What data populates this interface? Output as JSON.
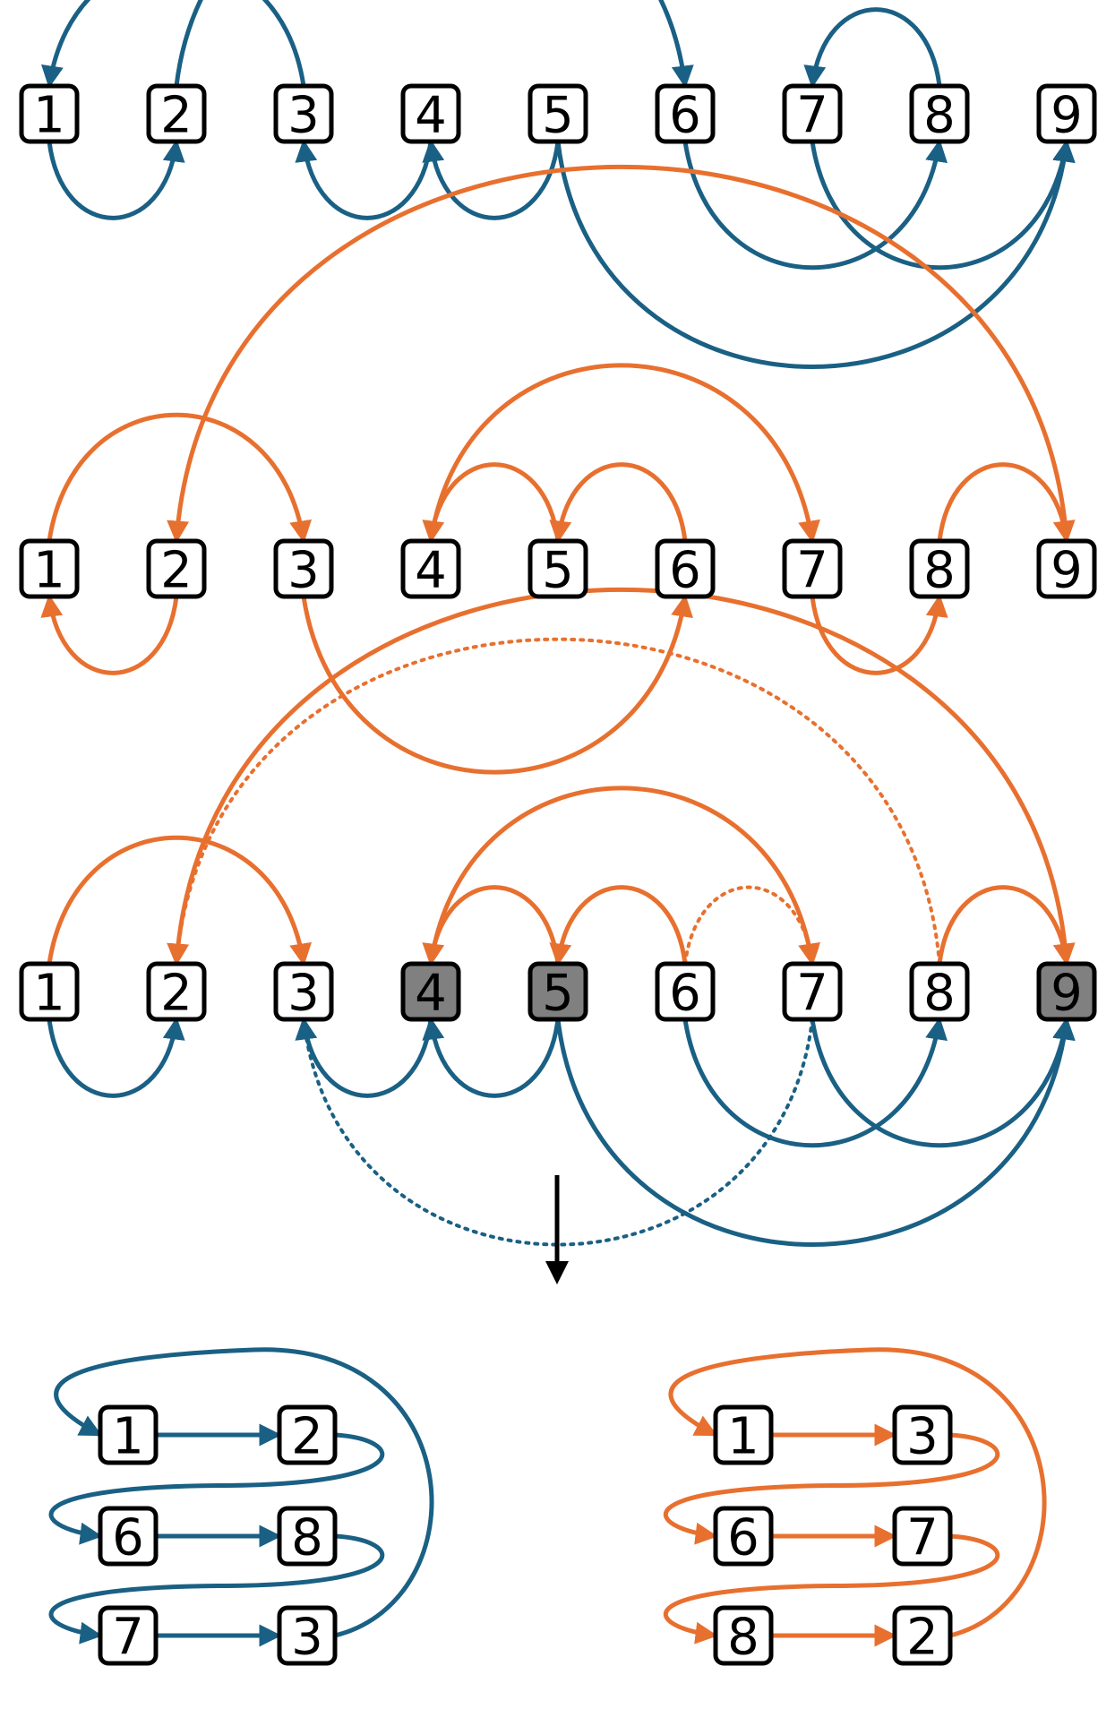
{
  "colors": {
    "blue": "#1a6084",
    "orange": "#e8702f",
    "highlight": "#808080",
    "ink": "#000000"
  },
  "panels": [
    {
      "id": "blue-graph",
      "nodes": [
        "1",
        "2",
        "3",
        "4",
        "5",
        "6",
        "7",
        "8",
        "9"
      ],
      "highlighted": [],
      "edges": [
        {
          "from": "1",
          "to": "2",
          "color": "blue",
          "side": "below"
        },
        {
          "from": "3",
          "to": "1",
          "color": "blue",
          "side": "above"
        },
        {
          "from": "2",
          "to": "6",
          "color": "blue",
          "side": "above"
        },
        {
          "from": "4",
          "to": "3",
          "color": "blue",
          "side": "below"
        },
        {
          "from": "5",
          "to": "4",
          "color": "blue",
          "side": "below"
        },
        {
          "from": "5",
          "to": "9",
          "color": "blue",
          "side": "below"
        },
        {
          "from": "6",
          "to": "8",
          "color": "blue",
          "side": "below"
        },
        {
          "from": "7",
          "to": "9",
          "color": "blue",
          "side": "below"
        },
        {
          "from": "8",
          "to": "7",
          "color": "blue",
          "side": "above"
        }
      ]
    },
    {
      "id": "orange-graph",
      "nodes": [
        "1",
        "2",
        "3",
        "4",
        "5",
        "6",
        "7",
        "8",
        "9"
      ],
      "highlighted": [],
      "edges": [
        {
          "from": "1",
          "to": "3",
          "color": "orange",
          "side": "above"
        },
        {
          "from": "2",
          "to": "1",
          "color": "orange",
          "side": "below"
        },
        {
          "from": "9",
          "to": "2",
          "color": "orange",
          "side": "above"
        },
        {
          "from": "3",
          "to": "6",
          "color": "orange",
          "side": "below"
        },
        {
          "from": "5",
          "to": "4",
          "color": "orange",
          "side": "above"
        },
        {
          "from": "6",
          "to": "5",
          "color": "orange",
          "side": "above"
        },
        {
          "from": "4",
          "to": "7",
          "color": "orange",
          "side": "above"
        },
        {
          "from": "7",
          "to": "8",
          "color": "orange",
          "side": "below"
        },
        {
          "from": "8",
          "to": "9",
          "color": "orange",
          "side": "above"
        }
      ]
    },
    {
      "id": "merged-graph",
      "nodes": [
        "1",
        "2",
        "3",
        "4",
        "5",
        "6",
        "7",
        "8",
        "9"
      ],
      "highlighted": [
        "4",
        "5",
        "9"
      ],
      "edges": [
        {
          "from": "1",
          "to": "3",
          "color": "orange",
          "side": "above"
        },
        {
          "from": "9",
          "to": "2",
          "color": "orange",
          "side": "above"
        },
        {
          "from": "8",
          "to": "2",
          "color": "orange",
          "side": "above",
          "dotted": true
        },
        {
          "from": "5",
          "to": "4",
          "color": "orange",
          "side": "above"
        },
        {
          "from": "6",
          "to": "5",
          "color": "orange",
          "side": "above"
        },
        {
          "from": "4",
          "to": "7",
          "color": "orange",
          "side": "above"
        },
        {
          "from": "6",
          "to": "7",
          "color": "orange",
          "side": "above",
          "dotted": true
        },
        {
          "from": "8",
          "to": "9",
          "color": "orange",
          "side": "above"
        },
        {
          "from": "1",
          "to": "2",
          "color": "blue",
          "side": "below"
        },
        {
          "from": "4",
          "to": "3",
          "color": "blue",
          "side": "below"
        },
        {
          "from": "5",
          "to": "4",
          "color": "blue",
          "side": "below"
        },
        {
          "from": "7",
          "to": "3",
          "color": "blue",
          "side": "below",
          "dotted": true
        },
        {
          "from": "6",
          "to": "8",
          "color": "blue",
          "side": "below"
        },
        {
          "from": "7",
          "to": "9",
          "color": "blue",
          "side": "below"
        },
        {
          "from": "5",
          "to": "9",
          "color": "blue",
          "side": "below"
        }
      ]
    }
  ],
  "result_paths": [
    {
      "id": "blue-path",
      "color": "blue",
      "rows": [
        [
          "1",
          "2"
        ],
        [
          "6",
          "8"
        ],
        [
          "7",
          "3"
        ]
      ]
    },
    {
      "id": "orange-path",
      "color": "orange",
      "rows": [
        [
          "1",
          "3"
        ],
        [
          "6",
          "7"
        ],
        [
          "8",
          "2"
        ]
      ]
    }
  ]
}
